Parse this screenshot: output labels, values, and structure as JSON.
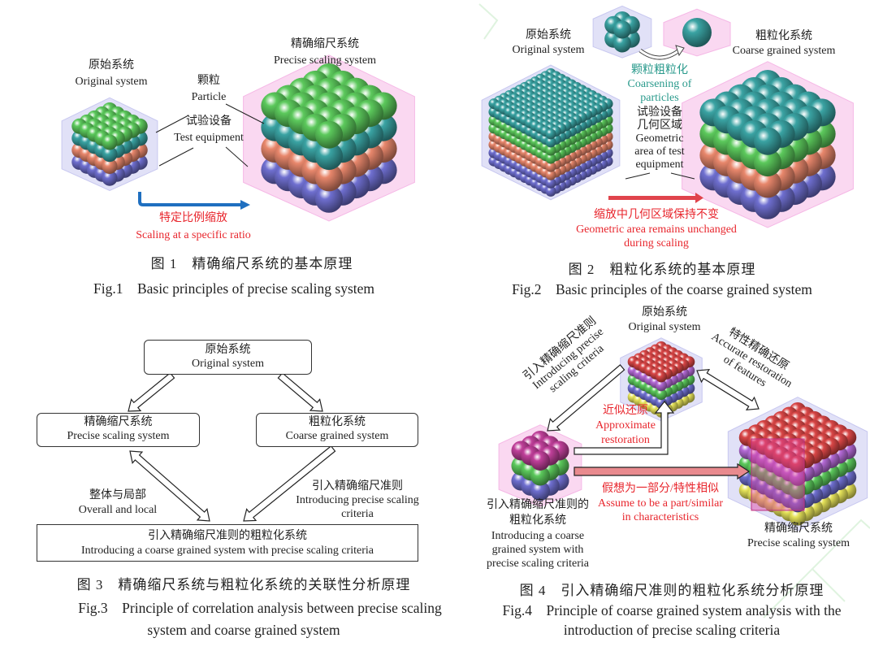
{
  "palette": {
    "green": "#5cc95c",
    "teal": "#3aa3a3",
    "salmon": "#e8876c",
    "blue": "#6f6fd0",
    "red": "#d94646",
    "purple": "#b46ad6",
    "yellow": "#e6e35a",
    "magenta": "#c0409a",
    "lavender_box": "#c8c8f0",
    "pink_box": "#f5b8e6",
    "arrow_blue": "#1f6fc0",
    "arrow_red": "#e0444c",
    "accent_red": "#e8262d"
  },
  "fig1": {
    "original_cn": "原始系统",
    "original_en": "Original  system",
    "particle_cn": "颗粒",
    "particle_en": "Particle",
    "equipment_cn": "试验设备",
    "equipment_en": "Test equipment",
    "precise_cn": "精确缩尺系统",
    "precise_en": "Precise scaling system",
    "scaling_cn": "特定比例缩放",
    "scaling_en": "Scaling at a specific ratio",
    "caption_cn": "图 1　精确缩尺系统的基本原理",
    "caption_en": "Fig.1　Basic principles of precise scaling system"
  },
  "fig2": {
    "original_cn": "原始系统",
    "original_en": "Original system",
    "coarse_cn": "粗粒化系统",
    "coarse_en": "Coarse grained system",
    "coarsening_cn": "颗粒粗粒化",
    "coarsening_en_1": "Coarsening of",
    "coarsening_en_2": "particles",
    "geo_cn_1": "试验设备",
    "geo_cn_2": "几何区域",
    "geo_en_1": "Geometric",
    "geo_en_2": "area of test",
    "geo_en_3": "equipment",
    "unchanged_cn": "缩放中几何区域保持不变",
    "unchanged_en_1": "Geometric area remains unchanged",
    "unchanged_en_2": "during scaling",
    "caption_cn": "图 2　粗粒化系统的基本原理",
    "caption_en": "Fig.2　Basic principles of the coarse grained system"
  },
  "fig3": {
    "top_cn": "原始系统",
    "top_en": "Original system",
    "left_cn": "精确缩尺系统",
    "left_en": "Precise scaling system",
    "right_cn": "粗粒化系统",
    "right_en": "Coarse grained system",
    "overall_cn": "整体与局部",
    "overall_en": "Overall and local",
    "intro_cn": "引入精确缩尺准则",
    "intro_en_1": "Introducing precise scaling",
    "intro_en_2": "criteria",
    "bottom_cn": "引入精确缩尺准则的粗粒化系统",
    "bottom_en": "Introducing a coarse grained system with precise scaling criteria",
    "caption_cn": "图 3　精确缩尺系统与粗粒化系统的关联性分析原理",
    "caption_en_1": "Fig.3　Principle of correlation analysis between precise scaling",
    "caption_en_2": "system and coarse grained system"
  },
  "fig4": {
    "original_cn": "原始系统",
    "original_en": "Original system",
    "intro_cn": "引入精确缩尺准则",
    "intro_en_1": "Introducing precise",
    "intro_en_2": "scaling criteria",
    "accurate_cn": "特性精确还原",
    "accurate_en_1": "Accurate restoration",
    "accurate_en_2": "of features",
    "approx_cn": "近似还原",
    "approx_en_1": "Approximate",
    "approx_en_2": "restoration",
    "assume_cn": "假想为一部分/特性相似",
    "assume_en_1": "Assume to be a part/similar",
    "assume_en_2": "in characteristics",
    "cg_cn_1": "引入精确缩尺准则的",
    "cg_cn_2": "粗粒化系统",
    "cg_en_1": "Introducing a coarse",
    "cg_en_2": "grained system with",
    "cg_en_3": "precise scaling criteria",
    "precise_cn": "精确缩尺系统",
    "precise_en": "Precise scaling system",
    "caption_cn": "图 4　引入精确缩尺准则的粗粒化系统分析原理",
    "caption_en_1": "Fig.4　Principle of coarse grained system analysis with the",
    "caption_en_2": "introduction of precise scaling criteria"
  }
}
